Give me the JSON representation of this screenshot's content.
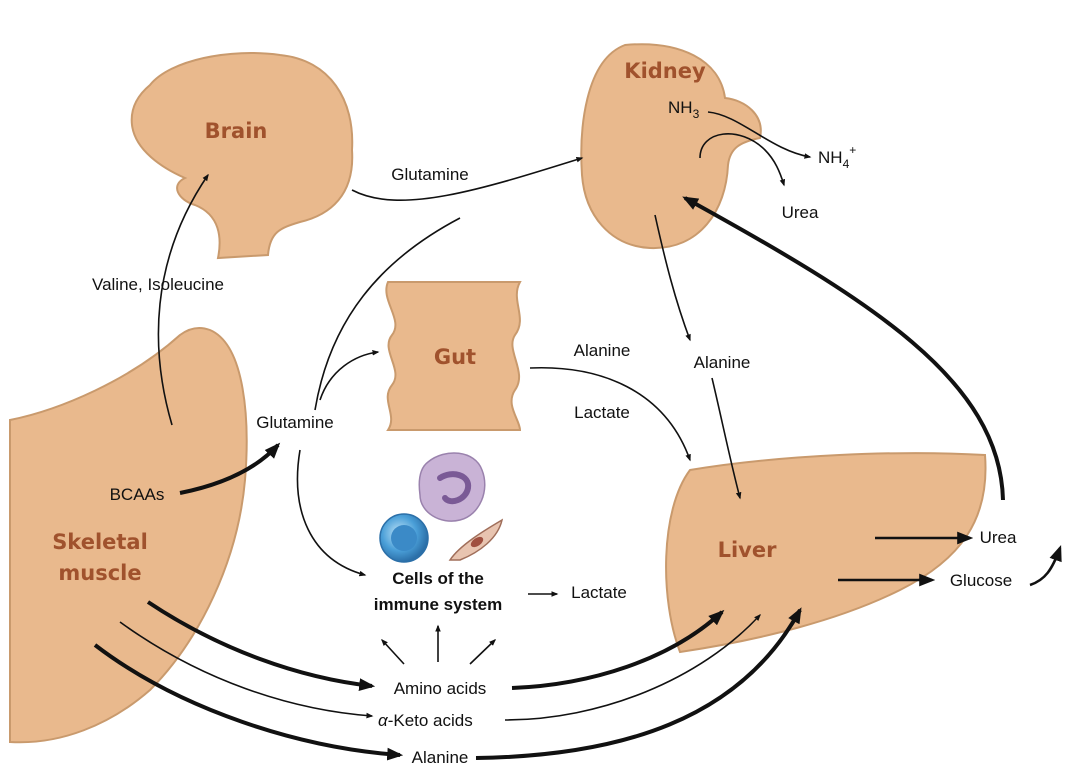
{
  "organs": {
    "brain": "Brain",
    "kidney": "Kidney",
    "gut": "Gut",
    "liver": "Liver",
    "skeletal_muscle_line1": "Skeletal",
    "skeletal_muscle_line2": "muscle"
  },
  "immune": {
    "line1": "Cells of the",
    "line2": "immune system"
  },
  "labels": {
    "glutamine_top": "Glutamine",
    "valine_isoleucine": "Valine, Isoleucine",
    "glutamine_mid": "Glutamine",
    "bcaas": "BCAAs",
    "alanine_gut": "Alanine",
    "lactate_gut": "Lactate",
    "alanine_kidney": "Alanine",
    "lactate_immune": "Lactate",
    "amino_acids": "Amino acids",
    "keto_acids": "-Keto acids",
    "alpha": "α",
    "alanine_bottom": "Alanine",
    "urea_liver": "Urea",
    "glucose": "Glucose",
    "nh3": "NH",
    "nh3_sub": "3",
    "nh4": "NH",
    "nh4_sub": "4",
    "nh4_sup": "+",
    "urea_kidney": "Urea"
  },
  "colors": {
    "organ_fill": "#e9b98d",
    "organ_label": "#a0522d",
    "lymphocyte": "#4a9fd8",
    "neutrophil": "#c9b3d6"
  }
}
